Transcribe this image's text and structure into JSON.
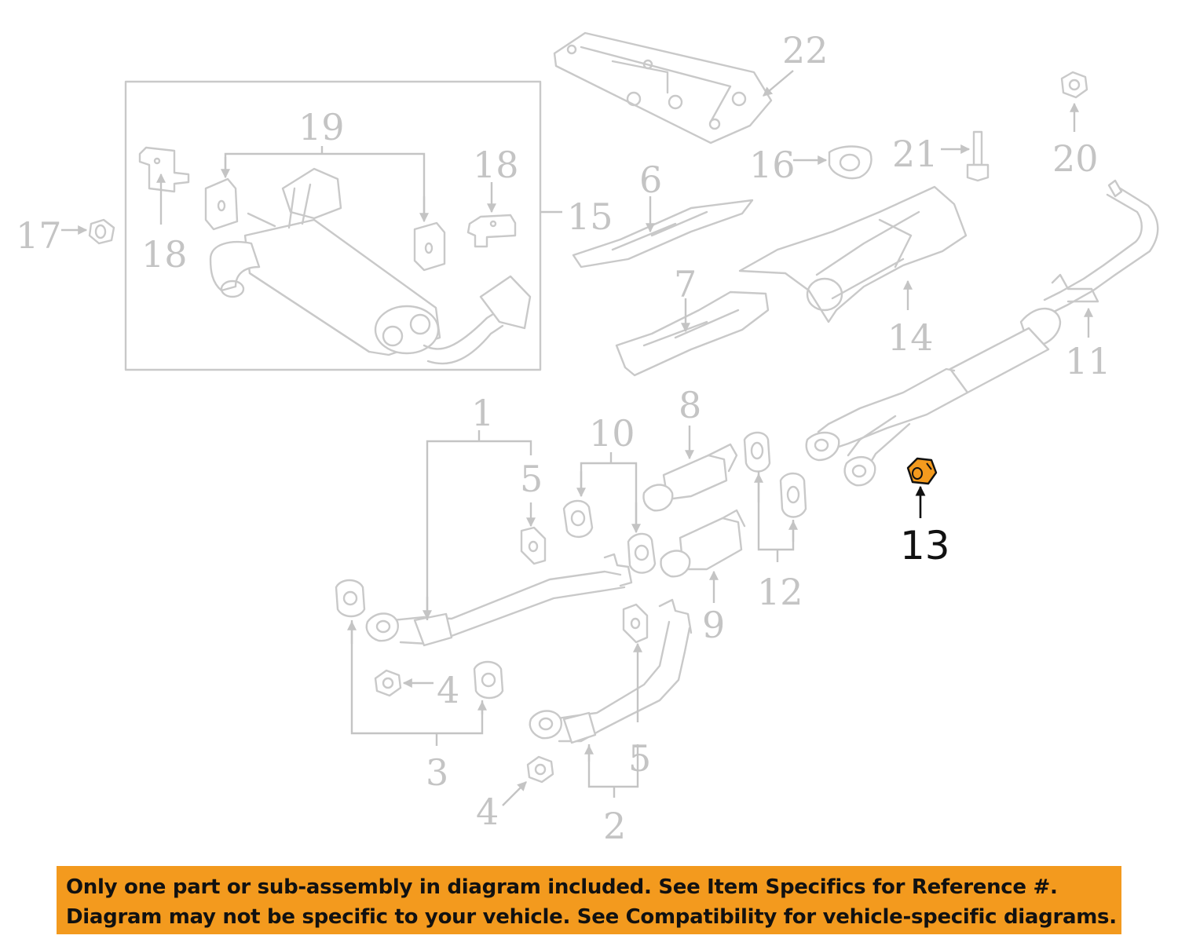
{
  "callouts": {
    "c1": "1",
    "c2": "2",
    "c3": "3",
    "c4a": "4",
    "c4b": "4",
    "c5a": "5",
    "c5b": "5",
    "c6": "6",
    "c7": "7",
    "c8": "8",
    "c9": "9",
    "c10": "10",
    "c11": "11",
    "c12": "12",
    "c13": "13",
    "c14": "14",
    "c15": "15",
    "c16": "16",
    "c17": "17",
    "c18a": "18",
    "c18b": "18",
    "c19": "19",
    "c20": "20",
    "c21": "21",
    "c22": "22"
  },
  "highlight": {
    "part": "13",
    "color": "#f39a1e"
  },
  "colors": {
    "line_art": "#c9c9c9",
    "banner_bg": "#f39a1e",
    "banner_text": "#111111"
  },
  "banner": {
    "line1": "Only one part or sub-assembly in diagram included. See Item Specifics for Reference #.",
    "line2": "Diagram may not be specific to your vehicle. See Compatibility for vehicle-specific diagrams."
  }
}
